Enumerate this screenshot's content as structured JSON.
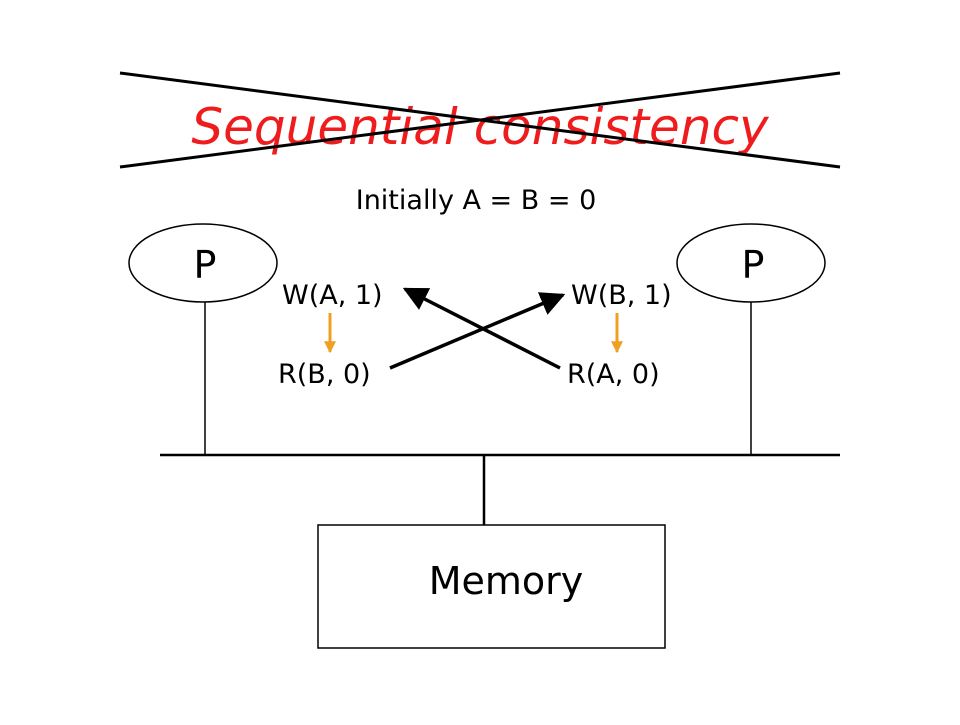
{
  "slide": {
    "title": "Sequential consistency",
    "subtitle": "Initially A = B = 0",
    "processors": [
      {
        "label": "P"
      },
      {
        "label": "P"
      }
    ],
    "operations": {
      "left_write": "W(A, 1)",
      "left_read": "R(B, 0)",
      "right_write": "W(B, 1)",
      "right_read": "R(A, 0)"
    },
    "memory_label": "Memory"
  },
  "colors": {
    "title": "#ee1c1c",
    "program_order_arrow": "#f0a020",
    "ink": "#000000"
  },
  "icons": {
    "title_crossout": "x-cross-out-icon"
  }
}
